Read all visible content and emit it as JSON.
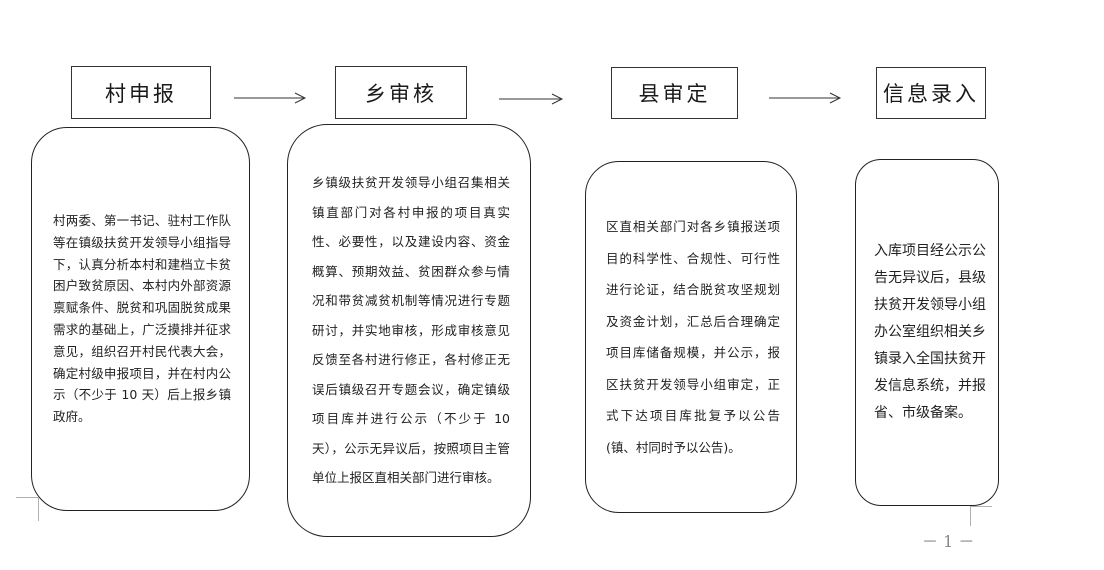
{
  "steps": [
    {
      "label": "村申报"
    },
    {
      "label": "乡审核"
    },
    {
      "label": "县审定"
    },
    {
      "label": "信息录入"
    }
  ],
  "cards": [
    {
      "text": "村两委、第一书记、驻村工作队等在镇级扶贫开发领导小组指导下，认真分析本村和建档立卡贫困户致贫原因、本村内外部资源禀赋条件、脱贫和巩固脱贫成果需求的基础上，广泛摸排并征求意见，组织召开村民代表大会，确定村级申报项目，并在村内公示（不少于 10 天）后上报乡镇政府。"
    },
    {
      "text": "乡镇级扶贫开发领导小组召集相关镇直部门对各村申报的项目真实性、必要性，以及建设内容、资金概算、预期效益、贫困群众参与情况和带贫减贫机制等情况进行专题研讨，并实地审核，形成审核意见反馈至各村进行修正，各村修正无误后镇级召开专题会议，确定镇级项目库并进行公示（不少于 10 天），公示无异议后，按照项目主管单位上报区直相关部门进行审核。"
    },
    {
      "text": "区直相关部门对各乡镇报送项目的科学性、合规性、可行性进行论证，结合脱贫攻坚规划及资金计划，汇总后合理确定项目库储备规模，并公示，报区扶贫开发领导小组审定，正式下达项目库批复予以公告(镇、村同时予以公告)。"
    },
    {
      "text": "入库项目经公示公告无异议后，县级扶贫开发领导小组办公室组织相关乡镇录入全国扶贫开发信息系统，并报省、市级备案。"
    }
  ],
  "footer": {
    "page_number": "－ 1 －"
  }
}
